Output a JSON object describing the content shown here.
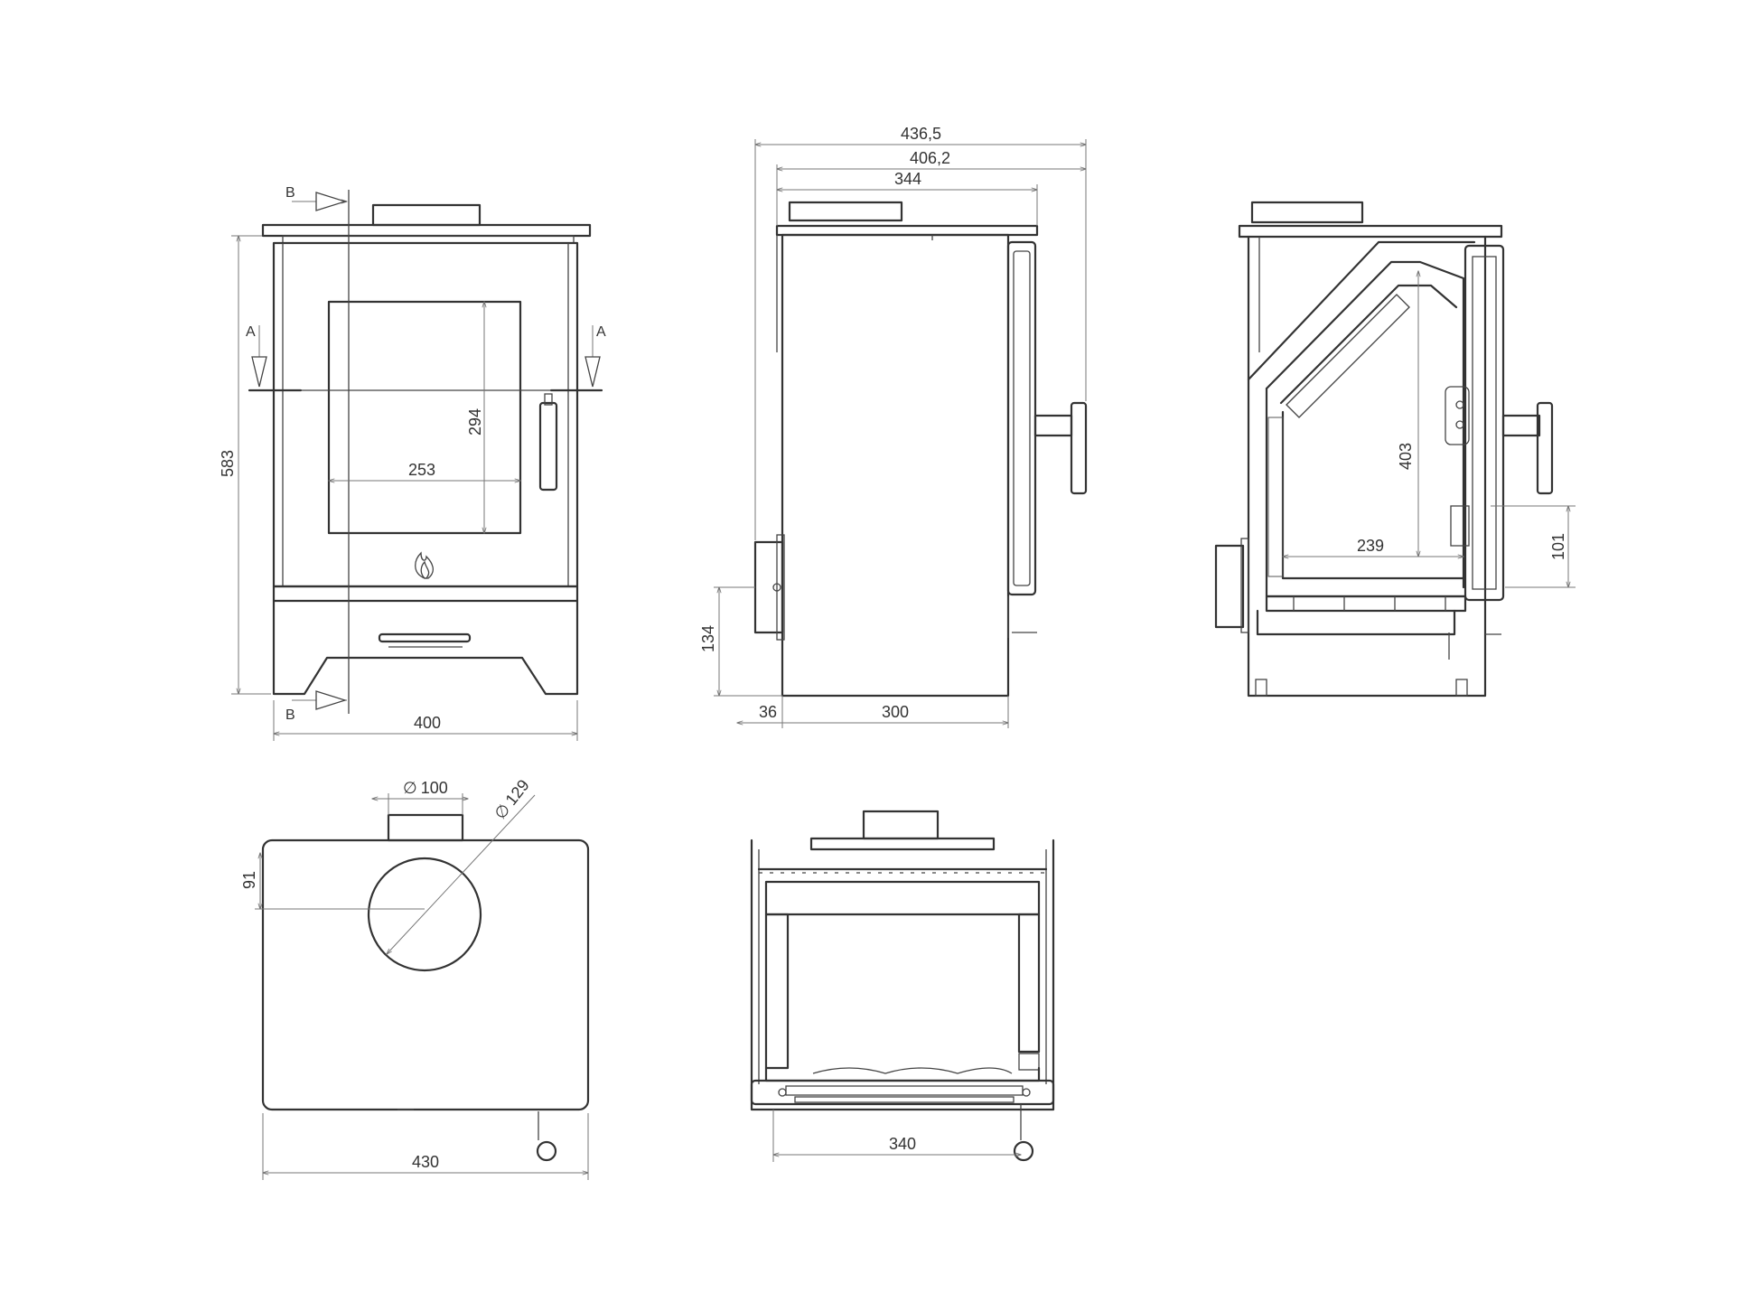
{
  "front_view": {
    "width": "400",
    "height": "583",
    "glass_width": "253",
    "glass_height": "294",
    "section_a": "A",
    "section_b": "B"
  },
  "side_view": {
    "depth_total": "436,5",
    "depth_2": "406,2",
    "depth_3": "344",
    "inlet_height": "134",
    "inlet_offset": "36",
    "base_depth": "300"
  },
  "section_view": {
    "firebox_height": "403",
    "firebox_depth": "239",
    "handle_height": "101"
  },
  "top_view": {
    "flue_diameter": "100",
    "collar_diameter": "129",
    "flue_offset": "91",
    "width": "430",
    "diameter_symbol": "∅"
  },
  "plan_section": {
    "inner_width": "340"
  }
}
